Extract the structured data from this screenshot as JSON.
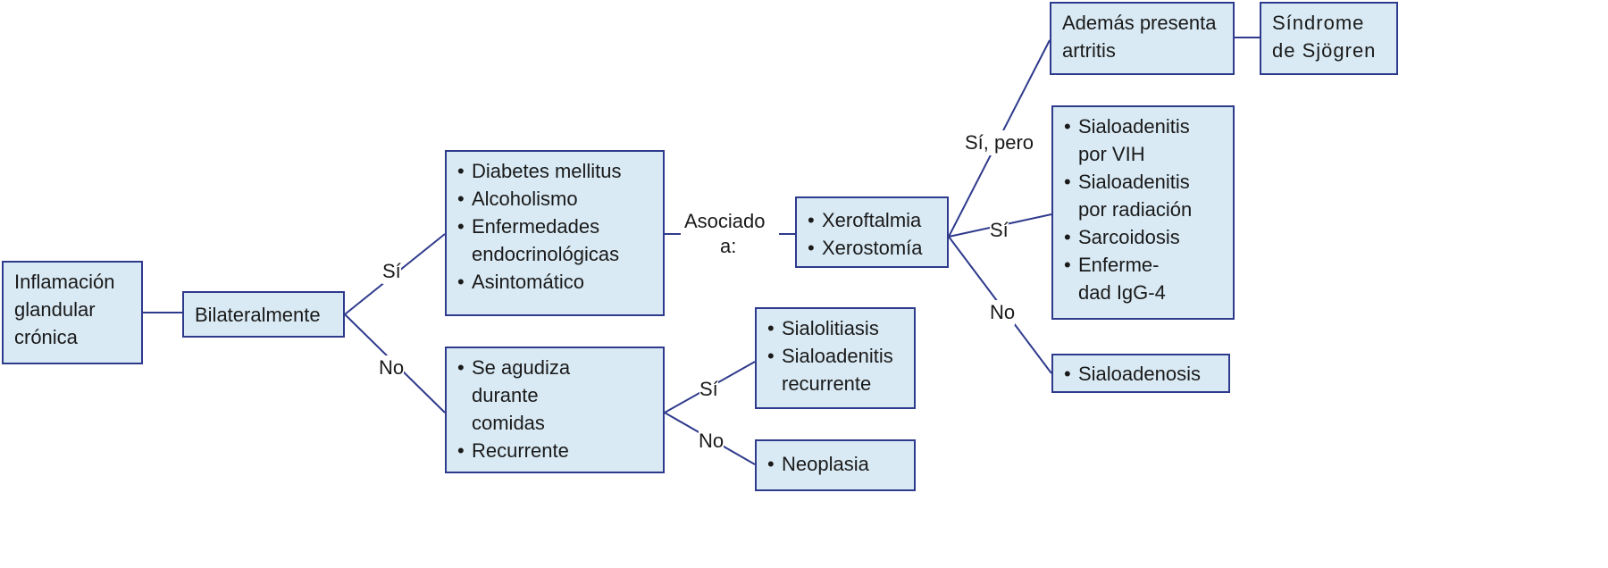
{
  "colors": {
    "box_fill": "#d9eaf4",
    "border": "#2e3a8c"
  },
  "nodes": {
    "root": "Inflamación glandular crónica",
    "bilateral": "Bilateralmente",
    "systemic": [
      "Diabetes mellitus",
      "Alcoholismo",
      "Enfermedades endocrinológicas",
      "Asintomático"
    ],
    "meals": [
      "Se agudiza durante comidas",
      "Recurrente"
    ],
    "sicca": [
      "Xeroftalmia",
      "Xerostomía"
    ],
    "stones": [
      "Sialolitiasis",
      "Sialoadenitis recurrente"
    ],
    "neoplasia": [
      "Neoplasia"
    ],
    "arthritis": "Además presenta artritis",
    "sjogren": "Síndrome de Sjögren",
    "other": [
      "Sialoadenitis por VIH",
      "Sialoadenitis por radiación",
      "Sarcoidosis",
      "Enferme-dad IgG-4"
    ],
    "sialoadenosis": [
      "Sialoadenosis"
    ]
  },
  "labels": {
    "yes": "Sí",
    "no": "No",
    "yes_but": "Sí, pero",
    "associated_1": "Asociado",
    "associated_2": "a:"
  }
}
